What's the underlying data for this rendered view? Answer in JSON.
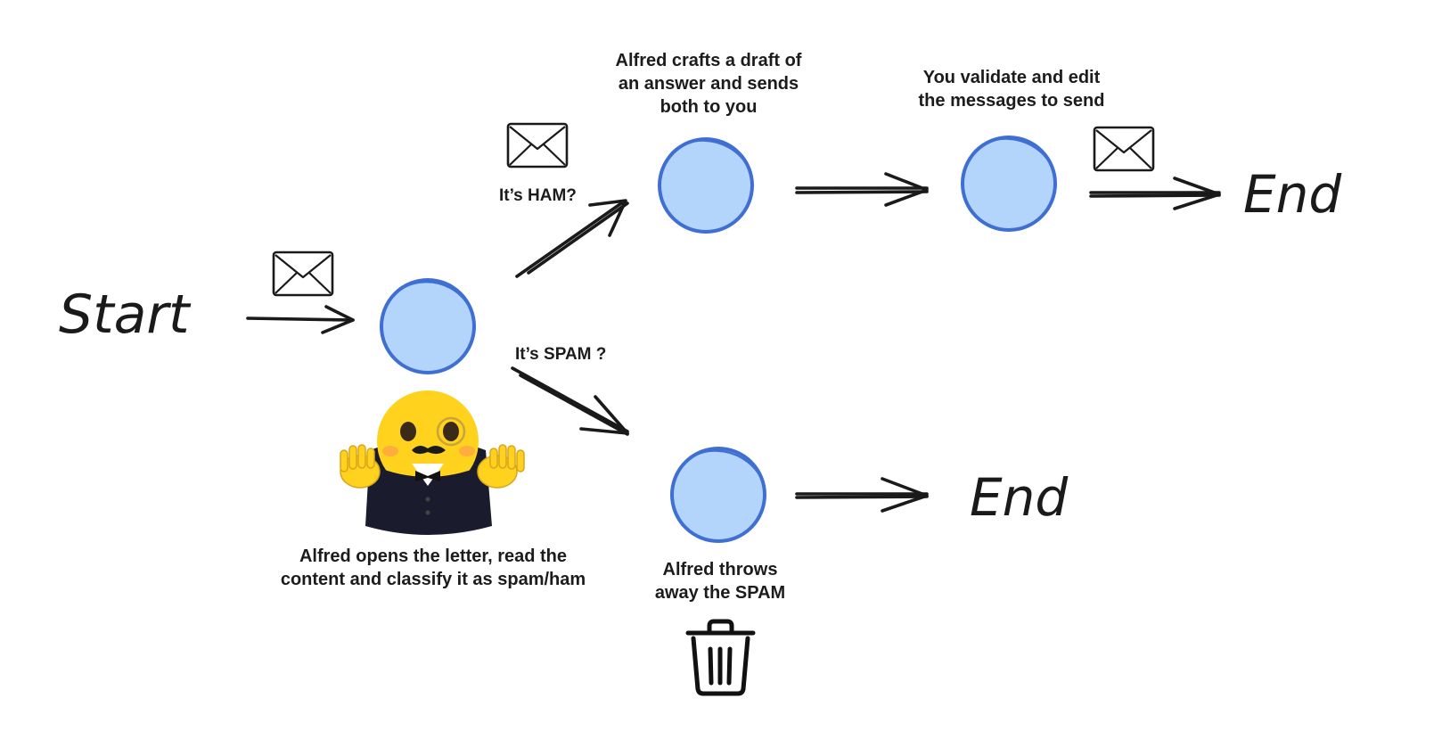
{
  "diagram": {
    "start_label": "Start",
    "end_ham_label": "End",
    "end_spam_label": "End",
    "ham_branch_label": "It’s HAM?",
    "spam_branch_label": "It’s SPAM ?",
    "captions": {
      "classify": [
        "Alfred opens the letter, read the",
        "content and classify it as spam/ham"
      ],
      "draft": [
        "Alfred crafts a draft of",
        "an answer and sends",
        "both to you"
      ],
      "validate": [
        "You validate and edit",
        "the messages to send"
      ],
      "throw_away": [
        "Alfred throws",
        "away the SPAM"
      ]
    },
    "colors": {
      "node_fill": "#b3d4fb",
      "node_stroke": "#3f6fd3",
      "ink": "#1a1a1a",
      "mascot_face": "#ffd21e",
      "mascot_suit": "#1b1b2e"
    },
    "icons": [
      "envelope-icon",
      "trash-icon",
      "butler-mascot"
    ]
  }
}
